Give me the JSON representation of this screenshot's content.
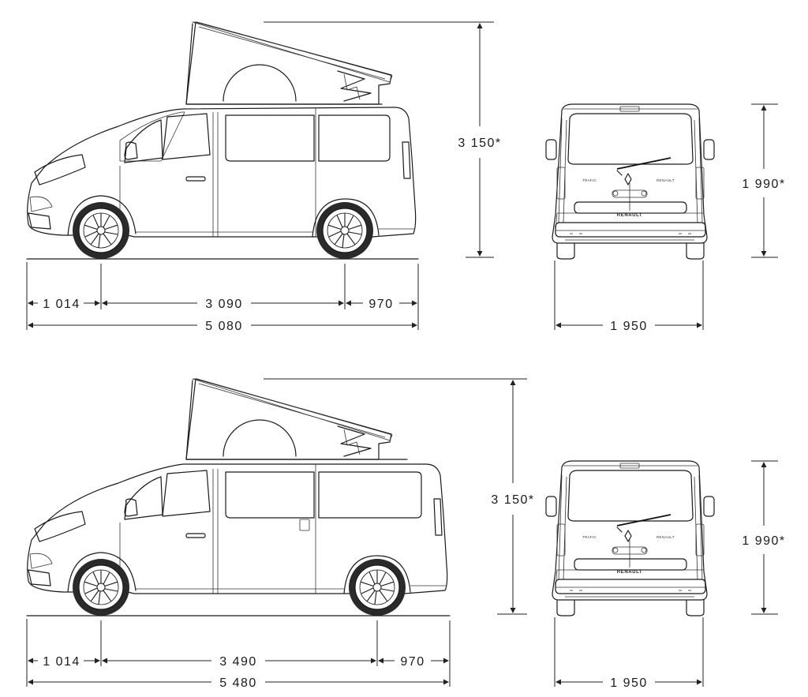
{
  "views": [
    {
      "id": "standard",
      "side": {
        "front_overhang": "1 014",
        "wheelbase": "3 090",
        "rear_overhang": "970",
        "overall_length": "5 080",
        "height_roof_open": "3 150*"
      },
      "rear": {
        "height": "1 990*",
        "width": "1 950",
        "badge_model": "TRAFIC",
        "badge_brand": "RENAULT",
        "plate_text": "RENAULT"
      }
    },
    {
      "id": "long",
      "side": {
        "front_overhang": "1 014",
        "wheelbase": "3 490",
        "rear_overhang": "970",
        "overall_length": "5 480",
        "height_roof_open": "3 150*"
      },
      "rear": {
        "height": "1 990*",
        "width": "1 950",
        "badge_model": "TRAFIC",
        "badge_brand": "RENAULT",
        "plate_text": "RENAULT"
      }
    }
  ]
}
